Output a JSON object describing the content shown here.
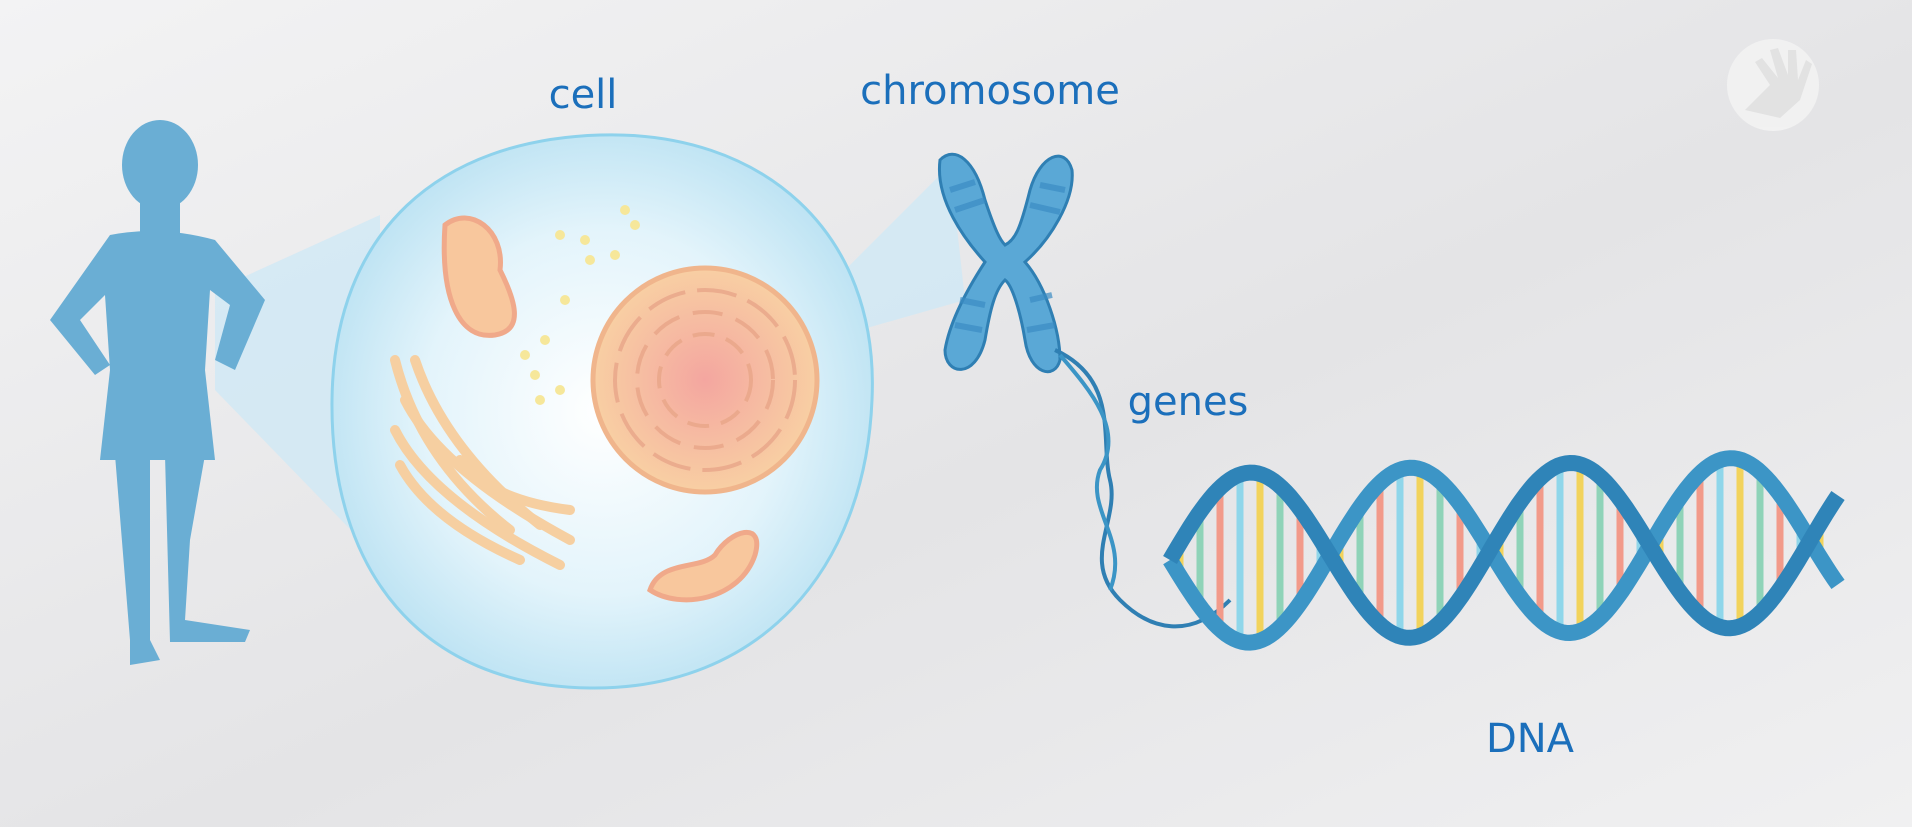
{
  "labels": {
    "cell": "cell",
    "chromosome": "chromosome",
    "genes": "genes",
    "dna": "DNA"
  },
  "logo": {
    "icon": "hand-icon"
  },
  "colors": {
    "label": "#1b6fbb",
    "silhouette": "#6aaed4",
    "cell": "#c9e9f5",
    "organelle": "#f5c99b",
    "chromosome": "#4a9fd0",
    "dna_backbone": "#3c95c6",
    "base_pairs": [
      "#f2d35c",
      "#8fd3b8",
      "#f29a8a",
      "#8fd6ea"
    ]
  }
}
